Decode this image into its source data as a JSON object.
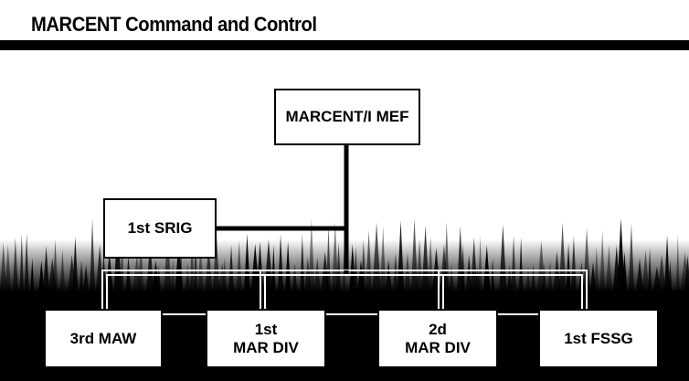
{
  "header": {
    "title": "MARCENT Command and Control"
  },
  "org_chart": {
    "top": {
      "label": "MARCENT/I MEF"
    },
    "staff": {
      "label": "1st SRIG"
    },
    "subordinates": [
      {
        "line1": "3rd MAW",
        "line2": ""
      },
      {
        "line1": "1st",
        "line2": "MAR DIV"
      },
      {
        "line1": "2d",
        "line2": "MAR DIV"
      },
      {
        "line1": "1st FSSG",
        "line2": ""
      }
    ]
  }
}
